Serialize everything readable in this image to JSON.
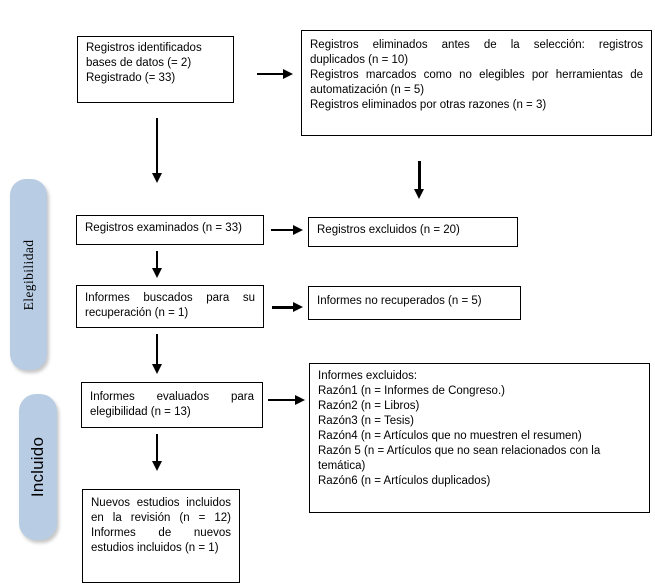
{
  "colors": {
    "pill_fill": "#B8CCE4",
    "box_border": "#000000",
    "arrow": "#000000",
    "text": "#000000",
    "background": "#FFFFFF"
  },
  "sidebar": {
    "eligibility_label": "Elegibilidad",
    "included_label": "Incluido"
  },
  "boxes": {
    "identified": {
      "lines": [
        "Registros identificados",
        "bases de datos (= 2)",
        "Registrado (= 33)"
      ]
    },
    "removed_before_screening": {
      "lines": [
        "Registros eliminados antes de la selección: registros",
        "duplicados (n = 10)",
        "Registros marcados como no elegibles por herramientas de",
        "automatización (n = 5)",
        "Registros eliminados por otras razones (n = 3)"
      ]
    },
    "screened": {
      "label": "Registros examinados (n = 33)"
    },
    "records_excluded": {
      "label": "Registros excluidos (n = 20)"
    },
    "reports_sought": {
      "lines": [
        "Informes buscados para su",
        "recuperación (n = 1)"
      ]
    },
    "reports_not_retrieved": {
      "label": "Informes no recuperados (n = 5)"
    },
    "reports_assessed": {
      "lines": [
        "Informes evaluados para",
        "elegibilidad (n = 13)"
      ]
    },
    "reports_excluded": {
      "lines": [
        "Informes excluidos:",
        "Razón1 (n = Informes de Congreso.)",
        "Razón2 (n = Libros)",
        "Razón3 (n = Tesis)",
        "Razón4 (n = Artículos que no muestren el resumen)",
        "Razón 5 (n = Artículos que no sean relacionados con la",
        "temática)",
        "Razón6 (n = Artículos duplicados)"
      ]
    },
    "new_studies_included": {
      "lines": [
        "Nuevos estudios incluidos",
        "en la revisión (n = 12)",
        "Informes de nuevos",
        "estudios incluidos (n = 1)"
      ]
    }
  }
}
